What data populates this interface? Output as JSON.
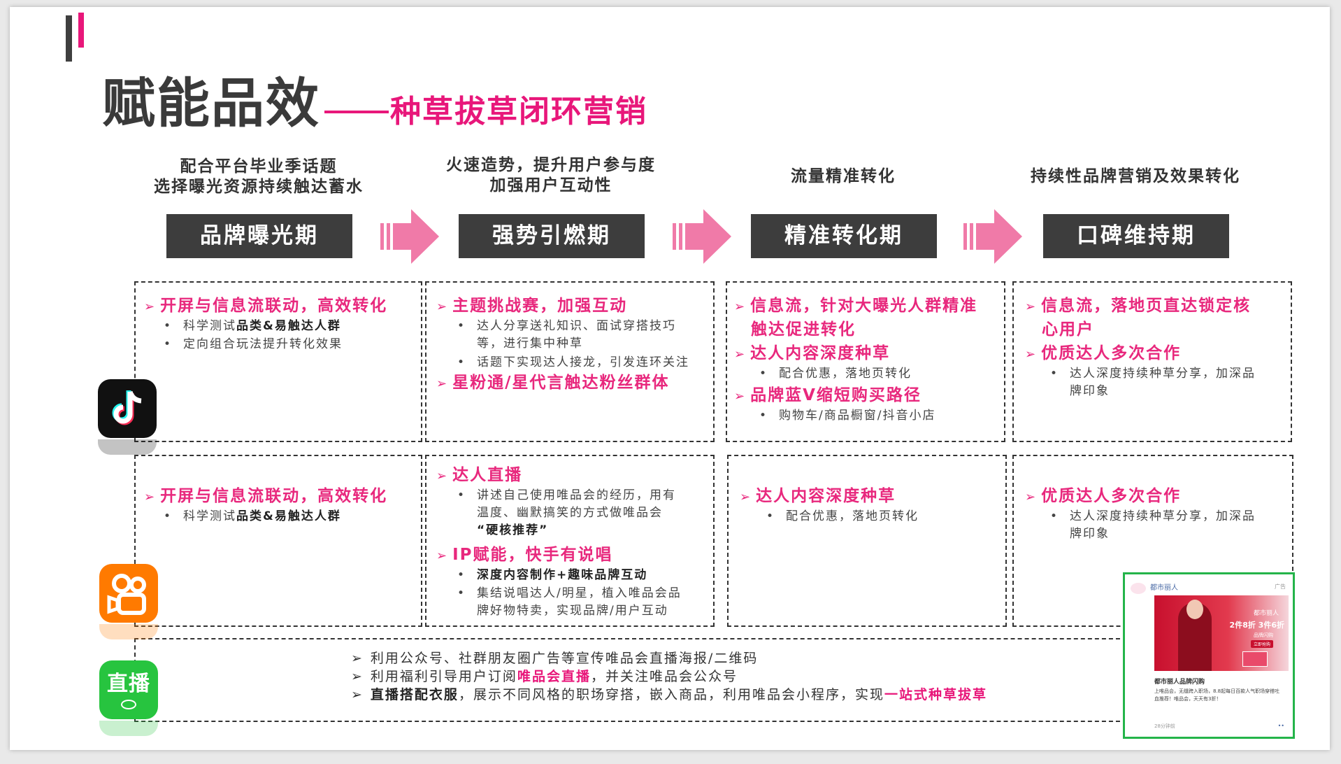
{
  "title": {
    "main": "赋能品效",
    "sub": "种草拔草闭环营销"
  },
  "columns": [
    {
      "header_lines": [
        "配合平台毕业季话题",
        "选择曝光资源持续触达蓄水"
      ],
      "phase": "品牌曝光期"
    },
    {
      "header_lines": [
        "火速造势，提升用户参与度",
        "加强用户互动性"
      ],
      "phase": "强势引燃期"
    },
    {
      "header_lines": [
        "流量精准转化"
      ],
      "phase": "精准转化期"
    },
    {
      "header_lines": [
        "持续性品牌营销及效果转化"
      ],
      "phase": "口碑维持期"
    }
  ],
  "douyin": {
    "icon": "tiktok-app-icon",
    "col1": {
      "item": "开屏与信息流联动，高效转化",
      "b1_pre": "科学测试",
      "b1_bold": "品类&易触达人群",
      "b2": "定向组合玩法提升转化效果"
    },
    "col2": {
      "item1": "主题挑战赛，加强互动",
      "b1_l1": "达人分享送礼知识、面试穿搭技巧",
      "b1_l2": "等，进行集中种草",
      "b2": "话题下实现达人接龙，引发连环关注",
      "item2": "星粉通/星代言触达粉丝群体"
    },
    "col3": {
      "item1_l1": "信息流，针对大曝光人群精准",
      "item1_l2": "触达促进转化",
      "item2": "达人内容深度种草",
      "b1": "配合优惠，落地页转化",
      "item3": "品牌蓝V缩短购买路径",
      "b2": "购物车/商品橱窗/抖音小店"
    },
    "col4": {
      "item1_l1": "信息流，落地页直达锁定核",
      "item1_l2": "心用户",
      "item2": "优质达人多次合作",
      "b1_l1": "达人深度持续种草分享，加深品",
      "b1_l2": "牌印象"
    }
  },
  "kuaishou": {
    "icon": "kuaishou-app-icon",
    "col1": {
      "item": "开屏与信息流联动，高效转化",
      "b1_pre": "科学测试",
      "b1_bold": "品类&易触达人群"
    },
    "col2": {
      "item1": "达人直播",
      "b1_l1": "讲述自己使用唯品会的经历，用有",
      "b1_l2": "温度、幽默搞笑的方式做唯品会",
      "b1_l3": "“硬核推荐”",
      "item2": "IP赋能，快手有说唱",
      "b2": "深度内容制作+趣味品牌互动",
      "b3_l1": "集结说唱达人/明星，植入唯品会品",
      "b3_l2": "牌好物特卖，实现品牌/用户互动"
    },
    "col3": {
      "item": "达人内容深度种草",
      "b1": "配合优惠，落地页转化"
    },
    "col4": {
      "item": "优质达人多次合作",
      "b1_l1": "达人深度持续种草分享，加深品",
      "b1_l2": "牌印象"
    }
  },
  "live": {
    "icon_label": "直播",
    "line1": "利用公众号、社群朋友圈广告等宣传唯品会直播海报/二维码",
    "line2_pre": "利用福利引导用户订阅",
    "line2_pink": "唯品会直播",
    "line2_post": "，并关注唯品会公众号",
    "line3_bold": "直播搭配衣服",
    "line3_mid": "，展示不同风格的职场穿搭，嵌入商品，利用唯品会小程序，实现",
    "line3_pink": "一站式种草拔草"
  },
  "ad_card": {
    "account": "都市丽人",
    "tag": "广告",
    "banner_brand": "都市丽人",
    "banner_offer": "2件8折 3件6折",
    "banner_small": "品牌闪购",
    "banner_btn": "立即抢购",
    "headline": "都市丽人品牌闪购",
    "desc": "上唯品会，无缝跨入职场，8.8起每日百款人气职场穿搭吐血推荐！唯品会，天天有3折！",
    "time": "28分钟前"
  },
  "colors": {
    "accent": "#e8177a",
    "dark": "#3d3d3d",
    "arrow": "#f07aa8",
    "green": "#24b44a",
    "kuaishou": "#ff7a00"
  }
}
